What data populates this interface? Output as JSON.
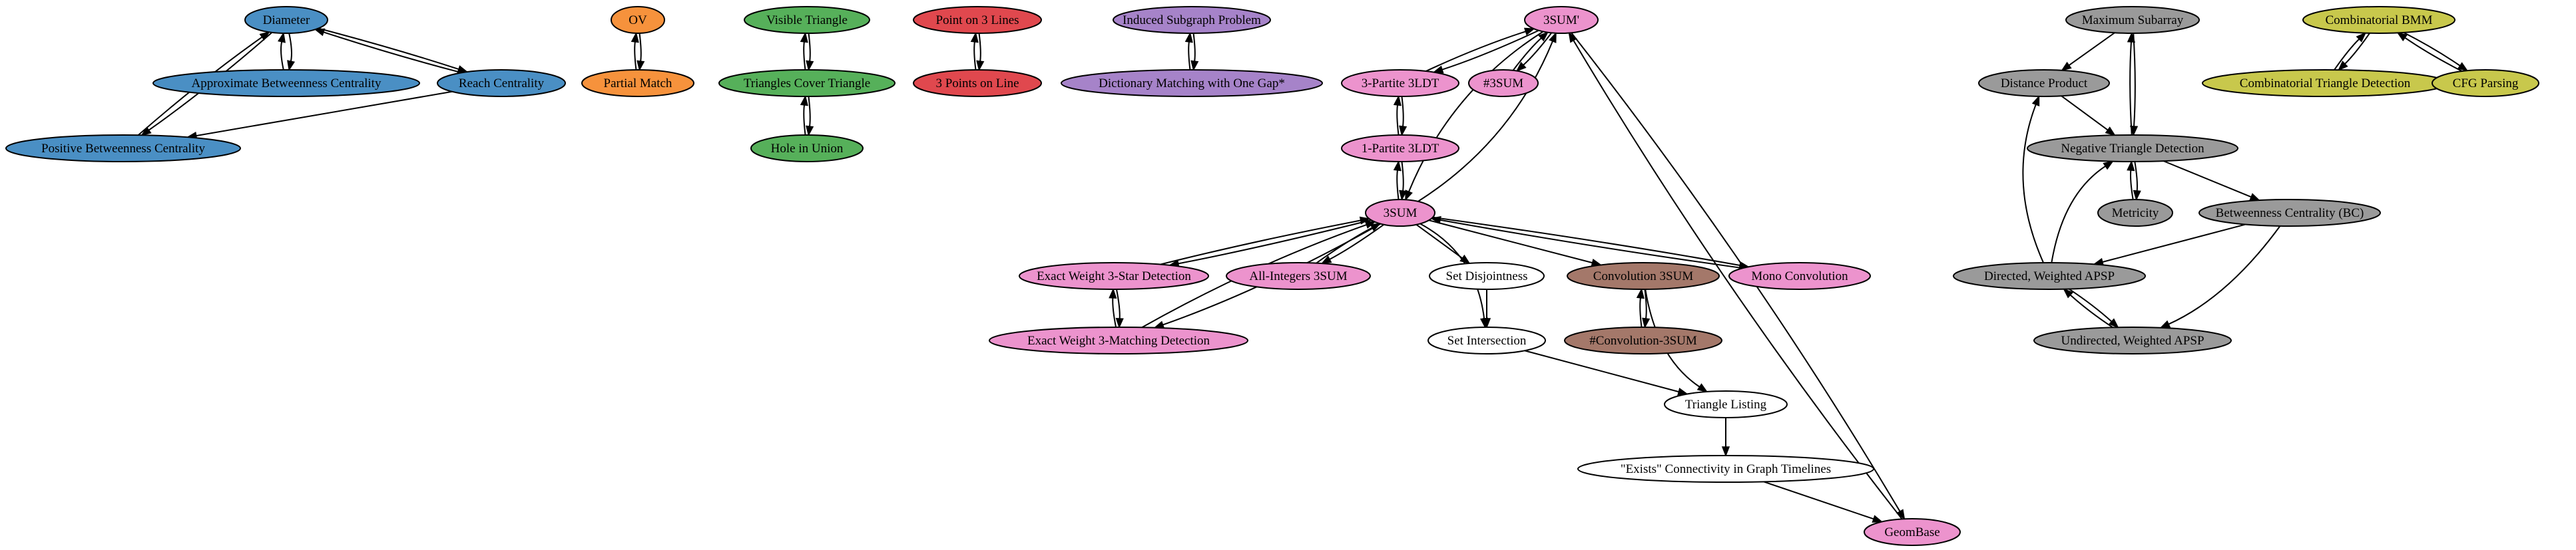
{
  "palette": {
    "blue": "#4a8fc4",
    "orange": "#f6923c",
    "green": "#56b05a",
    "red": "#e0484e",
    "purple": "#a683c9",
    "pink": "#ec93cd",
    "brown": "#a4786a",
    "gray": "#9a9a9a",
    "olive": "#c8c84c",
    "white": "#ffffff"
  },
  "nodes": [
    {
      "id": "diameter",
      "label": "Diameter",
      "color": "blue"
    },
    {
      "id": "abc",
      "label": "Approximate Betweenness Centrality",
      "color": "blue"
    },
    {
      "id": "reach",
      "label": "Reach Centrality",
      "color": "blue"
    },
    {
      "id": "pbc",
      "label": "Positive Betweenness Centrality",
      "color": "blue"
    },
    {
      "id": "ov",
      "label": "OV",
      "color": "orange"
    },
    {
      "id": "pmatch",
      "label": "Partial Match",
      "color": "orange"
    },
    {
      "id": "vtri",
      "label": "Visible Triangle",
      "color": "green"
    },
    {
      "id": "tcover",
      "label": "Triangles Cover Triangle",
      "color": "green"
    },
    {
      "id": "hole",
      "label": "Hole in Union",
      "color": "green"
    },
    {
      "id": "p3lines",
      "label": "Point on 3 Lines",
      "color": "red"
    },
    {
      "id": "p3line",
      "label": "3 Points on Line",
      "color": "red"
    },
    {
      "id": "isp",
      "label": "Induced Subgraph Problem",
      "color": "purple"
    },
    {
      "id": "dmatch",
      "label": "Dictionary Matching with One Gap*",
      "color": "purple"
    },
    {
      "id": "s3sumprime",
      "label": "3SUM'",
      "color": "pink"
    },
    {
      "id": "p3ldt3",
      "label": "3-Partite 3LDT",
      "color": "pink"
    },
    {
      "id": "sharp3sum",
      "label": "#3SUM",
      "color": "pink"
    },
    {
      "id": "p3ldt1",
      "label": "1-Partite 3LDT",
      "color": "pink"
    },
    {
      "id": "s3sum",
      "label": "3SUM",
      "color": "pink"
    },
    {
      "id": "star",
      "label": "Exact Weight 3-Star Detection",
      "color": "pink"
    },
    {
      "id": "allint",
      "label": "All-Integers 3SUM",
      "color": "pink"
    },
    {
      "id": "setdis",
      "label": "Set Disjointness",
      "color": "white"
    },
    {
      "id": "conv",
      "label": "Convolution 3SUM",
      "color": "brown"
    },
    {
      "id": "mono",
      "label": "Mono Convolution",
      "color": "pink"
    },
    {
      "id": "matching",
      "label": "Exact Weight 3-Matching Detection",
      "color": "pink"
    },
    {
      "id": "setint",
      "label": "Set Intersection",
      "color": "white"
    },
    {
      "id": "sharpconv",
      "label": "#Convolution-3SUM",
      "color": "brown"
    },
    {
      "id": "trilist",
      "label": "Triangle Listing",
      "color": "white"
    },
    {
      "id": "exists",
      "label": "\"Exists\" Connectivity in Graph Timelines",
      "color": "white"
    },
    {
      "id": "geombase",
      "label": "GeomBase",
      "color": "pink"
    },
    {
      "id": "maxsub",
      "label": "Maximum Subarray",
      "color": "gray"
    },
    {
      "id": "distprod",
      "label": "Distance Product",
      "color": "gray"
    },
    {
      "id": "negtri",
      "label": "Negative Triangle Detection",
      "color": "gray"
    },
    {
      "id": "metricity",
      "label": "Metricity",
      "color": "gray"
    },
    {
      "id": "bc",
      "label": "Betweenness Centrality (BC)",
      "color": "gray"
    },
    {
      "id": "dapsp",
      "label": "Directed, Weighted APSP",
      "color": "gray"
    },
    {
      "id": "uapsp",
      "label": "Undirected, Weighted APSP",
      "color": "gray"
    },
    {
      "id": "cbmm",
      "label": "Combinatorial BMM",
      "color": "olive"
    },
    {
      "id": "ctd",
      "label": "Combinatorial Triangle Detection",
      "color": "olive"
    },
    {
      "id": "cfg",
      "label": "CFG Parsing",
      "color": "olive"
    }
  ]
}
